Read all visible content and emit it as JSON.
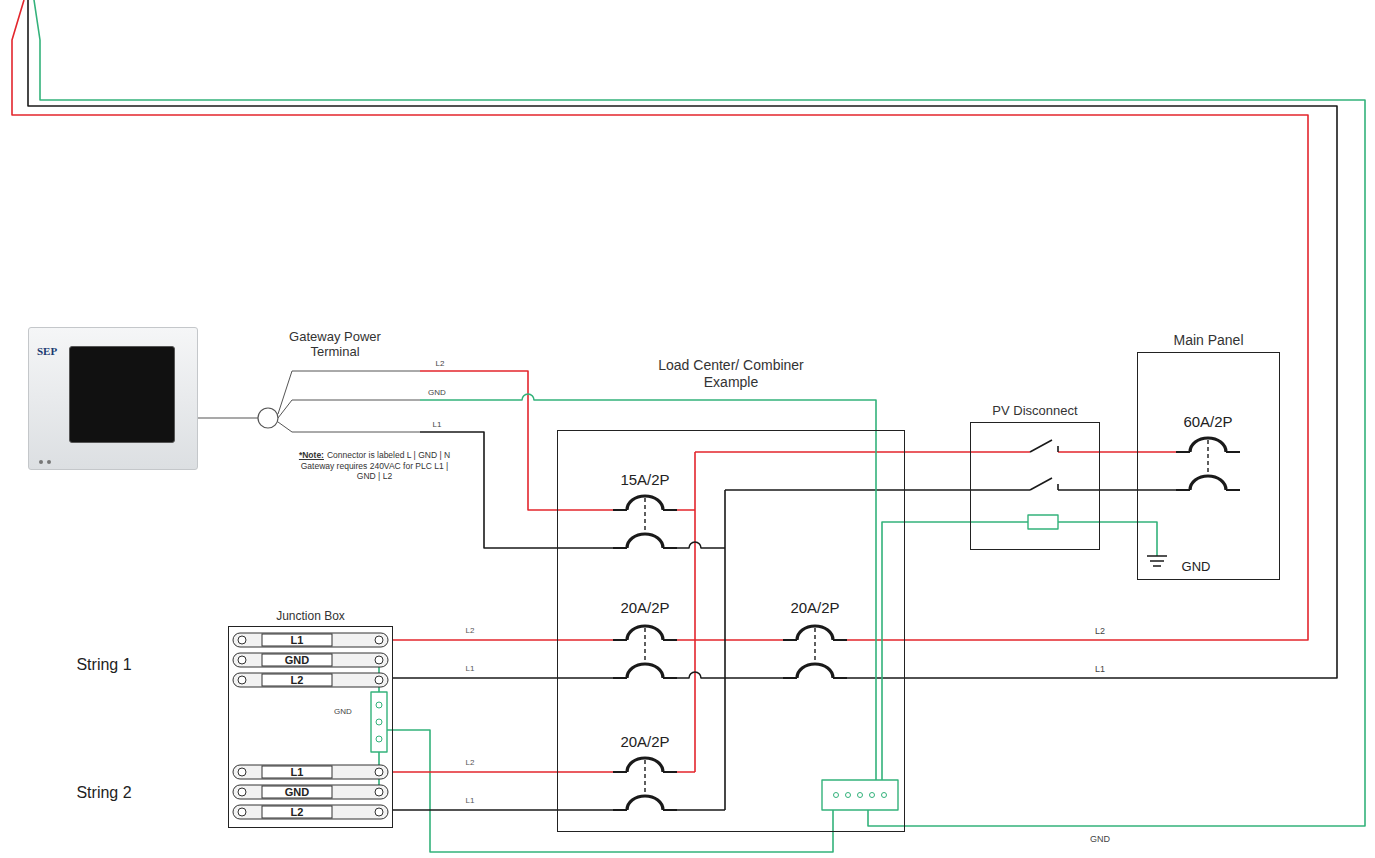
{
  "diagram": {
    "nodes": [
      {
        "text": [
          "SEP"
        ]
      },
      {
        "text": [
          "Load Center/ Combiner Example"
        ]
      },
      {
        "text": [
          "PV Disconnect"
        ]
      },
      {
        "text": [
          "Main Panel"
        ]
      },
      {
        "text": [
          "Junction Box"
        ]
      }
    ],
    "edges": [
      {
        "from": 4,
        "to": 1,
        "arrow": "none",
        "label": "L2"
      },
      {
        "from": 4,
        "to": 1,
        "arrow": "none",
        "label": "L1"
      },
      {
        "from": 4,
        "to": 1,
        "arrow": "none",
        "label": "L2"
      },
      {
        "from": 4,
        "to": 1,
        "arrow": "none",
        "label": "L1"
      },
      {
        "from": 1,
        "to": 2,
        "arrow": "none"
      },
      {
        "from": 1,
        "to": 2,
        "arrow": "none"
      },
      {
        "from": 2,
        "to": 3,
        "arrow": "none"
      },
      {
        "from": 2,
        "to": 3,
        "arrow": "none"
      }
    ],
    "labels": [
      "Gateway Power Terminal",
      "L2",
      "GND",
      "L1",
      "*Note:",
      "Connector is labeled L | GND | N Gateway requires 240VAC for PLC L1 | GND | L2",
      "15A/2P",
      "60A/2P",
      "GND",
      "20A/2P",
      "20A/2P",
      "String 1",
      "L1",
      "GND",
      "L2",
      "L2",
      "L1",
      "GND",
      "20A/2P",
      "String 2",
      "L1",
      "GND",
      "L2",
      "GND"
    ]
  }
}
